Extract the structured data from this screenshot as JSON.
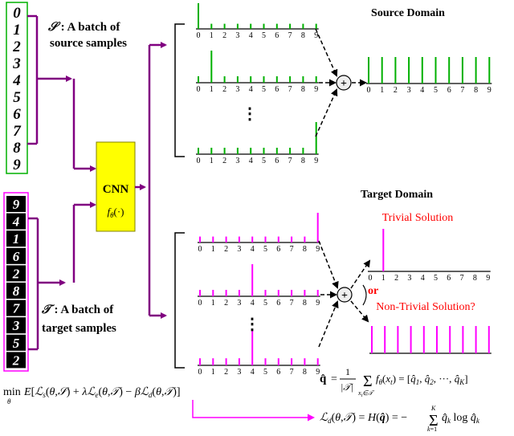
{
  "source": {
    "digits": [
      "0",
      "1",
      "2",
      "3",
      "4",
      "5",
      "6",
      "7",
      "8",
      "9"
    ],
    "caption_symbol": "𝒮",
    "caption_line1": ": A batch of",
    "caption_line2": "source samples",
    "domain_title": "Source Domain",
    "color": "#00b000",
    "samples": [
      [
        1,
        0.2,
        0.2,
        0.2,
        0.2,
        0.2,
        0.2,
        0.2,
        0.2,
        0.2
      ],
      [
        0.2,
        1,
        0.2,
        0.2,
        0.2,
        0.2,
        0.2,
        0.2,
        0.2,
        0.2
      ],
      [
        0.2,
        0.2,
        0.2,
        0.2,
        0.2,
        0.2,
        0.2,
        0.2,
        0.2,
        1
      ]
    ],
    "aggregate": [
      1,
      1,
      1,
      1,
      1,
      1,
      1,
      1,
      1,
      1
    ]
  },
  "target": {
    "digits": [
      "9",
      "4",
      "1",
      "6",
      "2",
      "8",
      "7",
      "3",
      "5",
      "2"
    ],
    "caption_symbol": "𝒯",
    "caption_line1": ": A batch of",
    "caption_line2": "target samples",
    "domain_title": "Target Domain",
    "color": "#ff00ff",
    "samples": [
      [
        0.2,
        0.2,
        0.2,
        0.2,
        0.2,
        0.2,
        0.2,
        0.2,
        0.2,
        1
      ],
      [
        0.2,
        0.2,
        0.2,
        0.2,
        1,
        0.2,
        0.2,
        0.2,
        0.2,
        0.2
      ],
      [
        0.2,
        0.2,
        0.2,
        0.2,
        1,
        0.2,
        0.2,
        0.2,
        0.2,
        0.2
      ]
    ],
    "trivial_label": "Trivial Solution",
    "trivial": [
      0,
      1,
      0,
      0,
      0,
      0,
      0,
      0,
      0,
      0
    ],
    "or_label": "or",
    "nontrivial_label": "Non-Trivial Solution?",
    "nontrivial": [
      1,
      1,
      1,
      1,
      1,
      1,
      1,
      1,
      1,
      1
    ]
  },
  "tick_labels": [
    "0",
    "1",
    "2",
    "3",
    "4",
    "5",
    "6",
    "7",
    "8",
    "9"
  ],
  "cnn": {
    "label": "CNN",
    "func": "f",
    "func_sub": "θ",
    "func_args": "(·)",
    "color": "#ffff00"
  },
  "plus": "+",
  "dots": "⋮",
  "colors": {
    "arrow": "#800080",
    "caption_red": "#ff0000",
    "link": "#ff00ff"
  },
  "formula_q": "q̂ = (1/|𝒯|) Σ_{x_t∈𝒯} f_θ(x_t) = [q̂_1, q̂_2, ···, q̂_K]",
  "formula_objective": "min_θ E[ℒ_s(θ,𝒮) + λℒ_e(θ,𝒯) − βℒ_d(θ,𝒯)]",
  "formula_diversity": "ℒ_d(θ,𝒯) = H(q̂) = − Σ_{k=1}^{K} q̂_k log q̂_k"
}
